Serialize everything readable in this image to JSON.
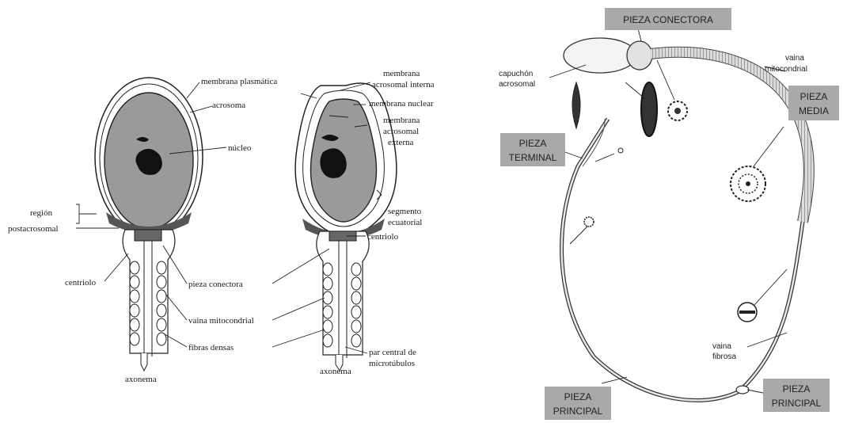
{
  "left_panel": {
    "labels": {
      "membrana_plasmatica": "membrana plasmática",
      "acrosoma": "acrosoma",
      "nucleo": "núcleo",
      "region_1": "región",
      "region_2": "postacrosomal",
      "centriolo_left": "centriolo",
      "pieza_conectora": "pieza conectora",
      "vaina_mitocondrial": "vaina mitocondrial",
      "fibras_densas": "fibras densas",
      "axonema_left": "axonema",
      "mem_acro_int_1": "membrana",
      "mem_acro_int_2": "acrosomal interna",
      "membrana_nuclear": "membrana nuclear",
      "mem_acro_ext_1": "membrana",
      "mem_acro_ext_2": "acrosomal",
      "mem_acro_ext_3": "externa",
      "segmento_1": "segmento",
      "segmento_2": "ecuatorial",
      "centriolo_right": "centriolo",
      "par_central_1": "par central de",
      "par_central_2": "microtúbulos",
      "axonema_right": "axonema"
    }
  },
  "right_panel": {
    "boxes": {
      "pieza_conectora": "PIEZA CONECTORA",
      "pieza_media_1": "PIEZA",
      "pieza_media_2": "MEDIA",
      "pieza_terminal_1": "PIEZA",
      "pieza_terminal_2": "TERMINAL",
      "pieza_principal_bottom_1": "PIEZA",
      "pieza_principal_bottom_2": "PRINCIPAL",
      "pieza_principal_right_1": "PIEZA",
      "pieza_principal_right_2": "PRINCIPAL"
    },
    "labels": {
      "capuchon_1": "capuchón",
      "capuchon_2": "acrosomal",
      "vaina_mito_1": "vaina",
      "vaina_mito_2": "mitocondrial",
      "vaina_fibrosa_1": "vaina",
      "vaina_fibrosa_2": "fibrosa"
    },
    "colors": {
      "box_fill": "#a9a9a9",
      "head_fill": "#f4f4f4",
      "dark": "#1a1a1a"
    }
  }
}
